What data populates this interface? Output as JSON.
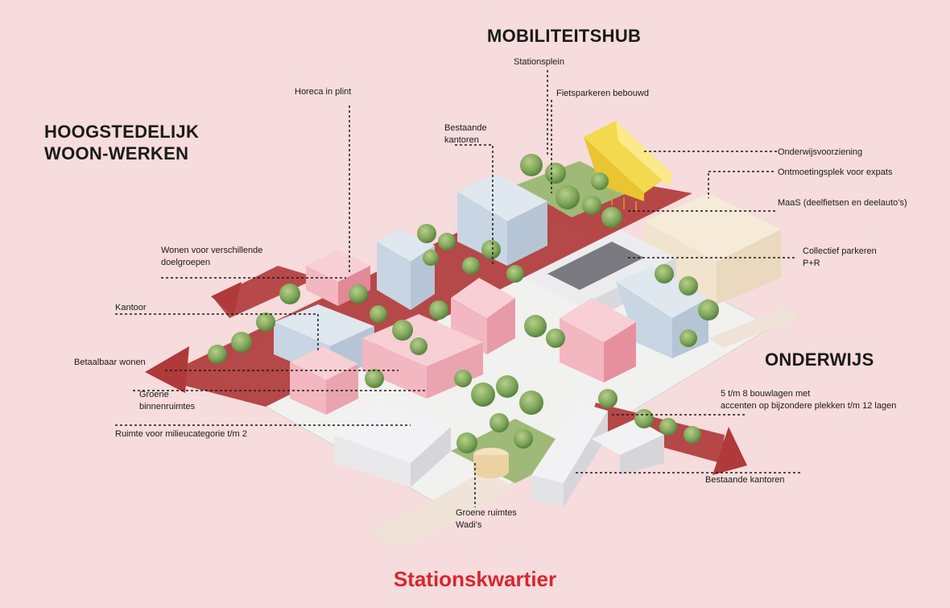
{
  "title": "Stationskwartier",
  "zones": {
    "mobiliteitshub": "MOBILITEITSHUB",
    "woonwerken": "HOOGSTEDELIJK\nWOON-WERKEN",
    "onderwijs": "ONDERWIJS"
  },
  "labels": {
    "stationsplein": "Stationsplein",
    "fietsparkeren": "Fietsparkeren bebouwd",
    "horeca": "Horeca in plint",
    "bestaande_kantoren_top": "Bestaande\nkantoren",
    "onderwijsvoorziening": "Onderwijsvoorziening",
    "ontmoetingsplek": "Ontmoetingsplek voor expats",
    "maas": "MaaS (deelfietsen en deelauto’s)",
    "collectief_parkeren": "Collectief parkeren\nP+R",
    "wonen_doelgroepen": "Wonen voor verschillende\ndoelgroepen",
    "kantoor": "Kantoor",
    "betaalbaar_wonen": "Betaalbaar wonen",
    "groene_binnenruimtes": "Groene\nbinnenruimtes",
    "ruimte_milieucategorie": "Ruimte voor milieucategorie t/m 2",
    "bouwlagen": "5 t/m 8 bouwlagen met\naccenten op bijzondere plekken t/m 12 lagen",
    "bestaande_kantoren_bottom": "Bestaande kantoren",
    "groene_ruimtes": "Groene ruimtes\nWadi’s"
  },
  "colors": {
    "background": "#f6dcdc",
    "title_red": "#d9262e",
    "road_red": "#b0393a",
    "arrow_beige": "#efe2d6",
    "yellow_building": "#f3d94d",
    "pink_building": "#f2b7c0",
    "blue_building": "#c8d5e3",
    "white_building": "#e9e9eb",
    "cream_building": "#f2e3cf",
    "tree_green": "#7fa65a",
    "grass_green": "#9fb978"
  }
}
